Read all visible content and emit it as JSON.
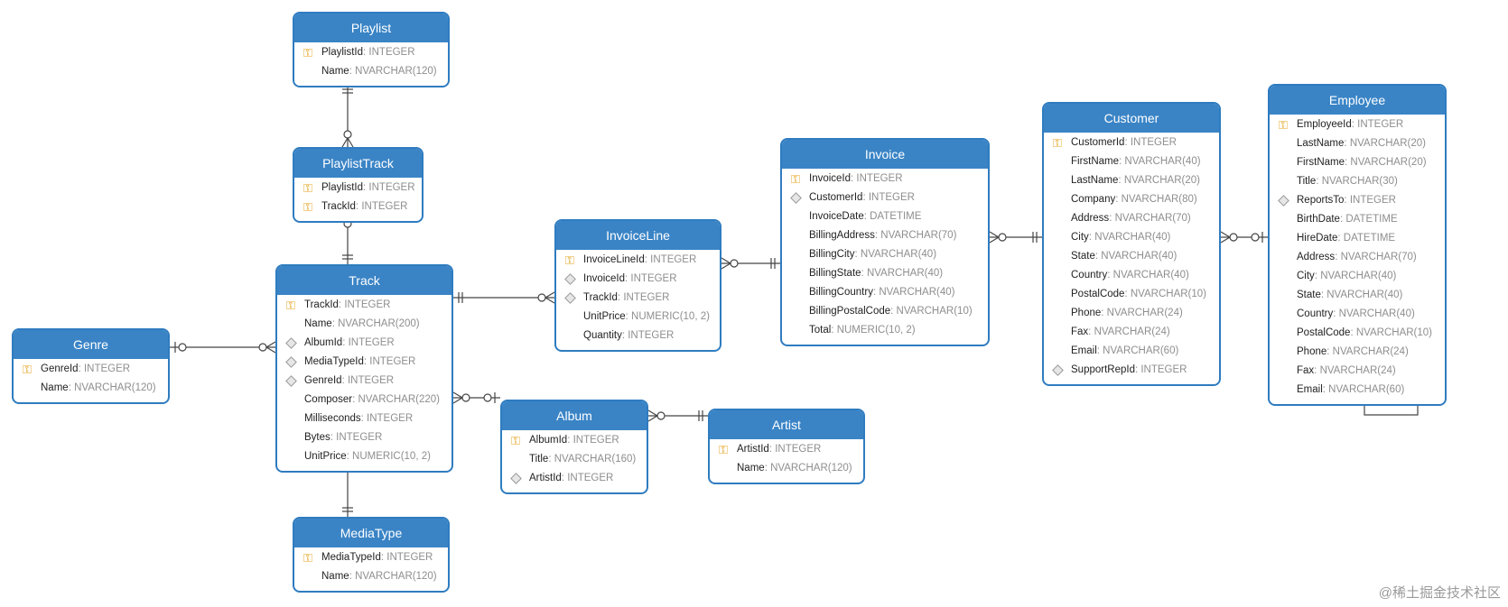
{
  "entities": [
    {
      "id": "playlist",
      "title": "Playlist",
      "fields": [
        {
          "name": "PlaylistId",
          "type": "INTEGER",
          "key": "pk"
        },
        {
          "name": "Name",
          "type": "NVARCHAR(120)",
          "key": ""
        }
      ]
    },
    {
      "id": "playlisttrack",
      "title": "PlaylistTrack",
      "fields": [
        {
          "name": "PlaylistId",
          "type": "INTEGER",
          "key": "pk"
        },
        {
          "name": "TrackId",
          "type": "INTEGER",
          "key": "pk"
        }
      ]
    },
    {
      "id": "track",
      "title": "Track",
      "fields": [
        {
          "name": "TrackId",
          "type": "INTEGER",
          "key": "pk"
        },
        {
          "name": "Name",
          "type": "NVARCHAR(200)",
          "key": ""
        },
        {
          "name": "AlbumId",
          "type": "INTEGER",
          "key": "fk"
        },
        {
          "name": "MediaTypeId",
          "type": "INTEGER",
          "key": "fk"
        },
        {
          "name": "GenreId",
          "type": "INTEGER",
          "key": "fk"
        },
        {
          "name": "Composer",
          "type": "NVARCHAR(220)",
          "key": ""
        },
        {
          "name": "Milliseconds",
          "type": "INTEGER",
          "key": ""
        },
        {
          "name": "Bytes",
          "type": "INTEGER",
          "key": ""
        },
        {
          "name": "UnitPrice",
          "type": "NUMERIC(10, 2)",
          "key": ""
        }
      ]
    },
    {
      "id": "genre",
      "title": "Genre",
      "fields": [
        {
          "name": "GenreId",
          "type": "INTEGER",
          "key": "pk"
        },
        {
          "name": "Name",
          "type": "NVARCHAR(120)",
          "key": ""
        }
      ]
    },
    {
      "id": "mediatype",
      "title": "MediaType",
      "fields": [
        {
          "name": "MediaTypeId",
          "type": "INTEGER",
          "key": "pk"
        },
        {
          "name": "Name",
          "type": "NVARCHAR(120)",
          "key": ""
        }
      ]
    },
    {
      "id": "invoiceline",
      "title": "InvoiceLine",
      "fields": [
        {
          "name": "InvoiceLineId",
          "type": "INTEGER",
          "key": "pk"
        },
        {
          "name": "InvoiceId",
          "type": "INTEGER",
          "key": "fk"
        },
        {
          "name": "TrackId",
          "type": "INTEGER",
          "key": "fk"
        },
        {
          "name": "UnitPrice",
          "type": "NUMERIC(10, 2)",
          "key": ""
        },
        {
          "name": "Quantity",
          "type": "INTEGER",
          "key": ""
        }
      ]
    },
    {
      "id": "album",
      "title": "Album",
      "fields": [
        {
          "name": "AlbumId",
          "type": "INTEGER",
          "key": "pk"
        },
        {
          "name": "Title",
          "type": "NVARCHAR(160)",
          "key": ""
        },
        {
          "name": "ArtistId",
          "type": "INTEGER",
          "key": "fk"
        }
      ]
    },
    {
      "id": "artist",
      "title": "Artist",
      "fields": [
        {
          "name": "ArtistId",
          "type": "INTEGER",
          "key": "pk"
        },
        {
          "name": "Name",
          "type": "NVARCHAR(120)",
          "key": ""
        }
      ]
    },
    {
      "id": "invoice",
      "title": "Invoice",
      "fields": [
        {
          "name": "InvoiceId",
          "type": "INTEGER",
          "key": "pk"
        },
        {
          "name": "CustomerId",
          "type": "INTEGER",
          "key": "fk"
        },
        {
          "name": "InvoiceDate",
          "type": "DATETIME",
          "key": ""
        },
        {
          "name": "BillingAddress",
          "type": "NVARCHAR(70)",
          "key": ""
        },
        {
          "name": "BillingCity",
          "type": "NVARCHAR(40)",
          "key": ""
        },
        {
          "name": "BillingState",
          "type": "NVARCHAR(40)",
          "key": ""
        },
        {
          "name": "BillingCountry",
          "type": "NVARCHAR(40)",
          "key": ""
        },
        {
          "name": "BillingPostalCode",
          "type": "NVARCHAR(10)",
          "key": ""
        },
        {
          "name": "Total",
          "type": "NUMERIC(10, 2)",
          "key": ""
        }
      ]
    },
    {
      "id": "customer",
      "title": "Customer",
      "fields": [
        {
          "name": "CustomerId",
          "type": "INTEGER",
          "key": "pk"
        },
        {
          "name": "FirstName",
          "type": "NVARCHAR(40)",
          "key": ""
        },
        {
          "name": "LastName",
          "type": "NVARCHAR(20)",
          "key": ""
        },
        {
          "name": "Company",
          "type": "NVARCHAR(80)",
          "key": ""
        },
        {
          "name": "Address",
          "type": "NVARCHAR(70)",
          "key": ""
        },
        {
          "name": "City",
          "type": "NVARCHAR(40)",
          "key": ""
        },
        {
          "name": "State",
          "type": "NVARCHAR(40)",
          "key": ""
        },
        {
          "name": "Country",
          "type": "NVARCHAR(40)",
          "key": ""
        },
        {
          "name": "PostalCode",
          "type": "NVARCHAR(10)",
          "key": ""
        },
        {
          "name": "Phone",
          "type": "NVARCHAR(24)",
          "key": ""
        },
        {
          "name": "Fax",
          "type": "NVARCHAR(24)",
          "key": ""
        },
        {
          "name": "Email",
          "type": "NVARCHAR(60)",
          "key": ""
        },
        {
          "name": "SupportRepId",
          "type": "INTEGER",
          "key": "fk"
        }
      ]
    },
    {
      "id": "employee",
      "title": "Employee",
      "fields": [
        {
          "name": "EmployeeId",
          "type": "INTEGER",
          "key": "pk"
        },
        {
          "name": "LastName",
          "type": "NVARCHAR(20)",
          "key": ""
        },
        {
          "name": "FirstName",
          "type": "NVARCHAR(20)",
          "key": ""
        },
        {
          "name": "Title",
          "type": "NVARCHAR(30)",
          "key": ""
        },
        {
          "name": "ReportsTo",
          "type": "INTEGER",
          "key": "fk"
        },
        {
          "name": "BirthDate",
          "type": "DATETIME",
          "key": ""
        },
        {
          "name": "HireDate",
          "type": "DATETIME",
          "key": ""
        },
        {
          "name": "Address",
          "type": "NVARCHAR(70)",
          "key": ""
        },
        {
          "name": "City",
          "type": "NVARCHAR(40)",
          "key": ""
        },
        {
          "name": "State",
          "type": "NVARCHAR(40)",
          "key": ""
        },
        {
          "name": "Country",
          "type": "NVARCHAR(40)",
          "key": ""
        },
        {
          "name": "PostalCode",
          "type": "NVARCHAR(10)",
          "key": ""
        },
        {
          "name": "Phone",
          "type": "NVARCHAR(24)",
          "key": ""
        },
        {
          "name": "Fax",
          "type": "NVARCHAR(24)",
          "key": ""
        },
        {
          "name": "Email",
          "type": "NVARCHAR(60)",
          "key": ""
        }
      ]
    }
  ],
  "relationships": [
    {
      "from": "playlist",
      "to": "playlisttrack",
      "from_card": "one",
      "to_card": "zero-or-many"
    },
    {
      "from": "track",
      "to": "playlisttrack",
      "from_card": "one",
      "to_card": "zero-or-many"
    },
    {
      "from": "genre",
      "to": "track",
      "from_card": "zero-or-one",
      "to_card": "zero-or-many"
    },
    {
      "from": "mediatype",
      "to": "track",
      "from_card": "one",
      "to_card": "zero-or-many"
    },
    {
      "from": "track",
      "to": "invoiceline",
      "from_card": "one",
      "to_card": "zero-or-many"
    },
    {
      "from": "album",
      "to": "track",
      "from_card": "zero-or-one",
      "to_card": "zero-or-many"
    },
    {
      "from": "artist",
      "to": "album",
      "from_card": "one",
      "to_card": "zero-or-many"
    },
    {
      "from": "invoice",
      "to": "invoiceline",
      "from_card": "one",
      "to_card": "zero-or-many"
    },
    {
      "from": "customer",
      "to": "invoice",
      "from_card": "one",
      "to_card": "zero-or-many"
    },
    {
      "from": "employee",
      "to": "customer",
      "from_card": "zero-or-one",
      "to_card": "zero-or-many"
    },
    {
      "from": "employee",
      "to": "employee",
      "from_card": "zero-or-one",
      "to_card": "zero-or-many"
    }
  ],
  "watermark": "@稀土掘金技术社区",
  "colors": {
    "header": "#3a84c6",
    "border": "#2f7cc0",
    "key": "#e3a21a",
    "line": "#444444"
  }
}
